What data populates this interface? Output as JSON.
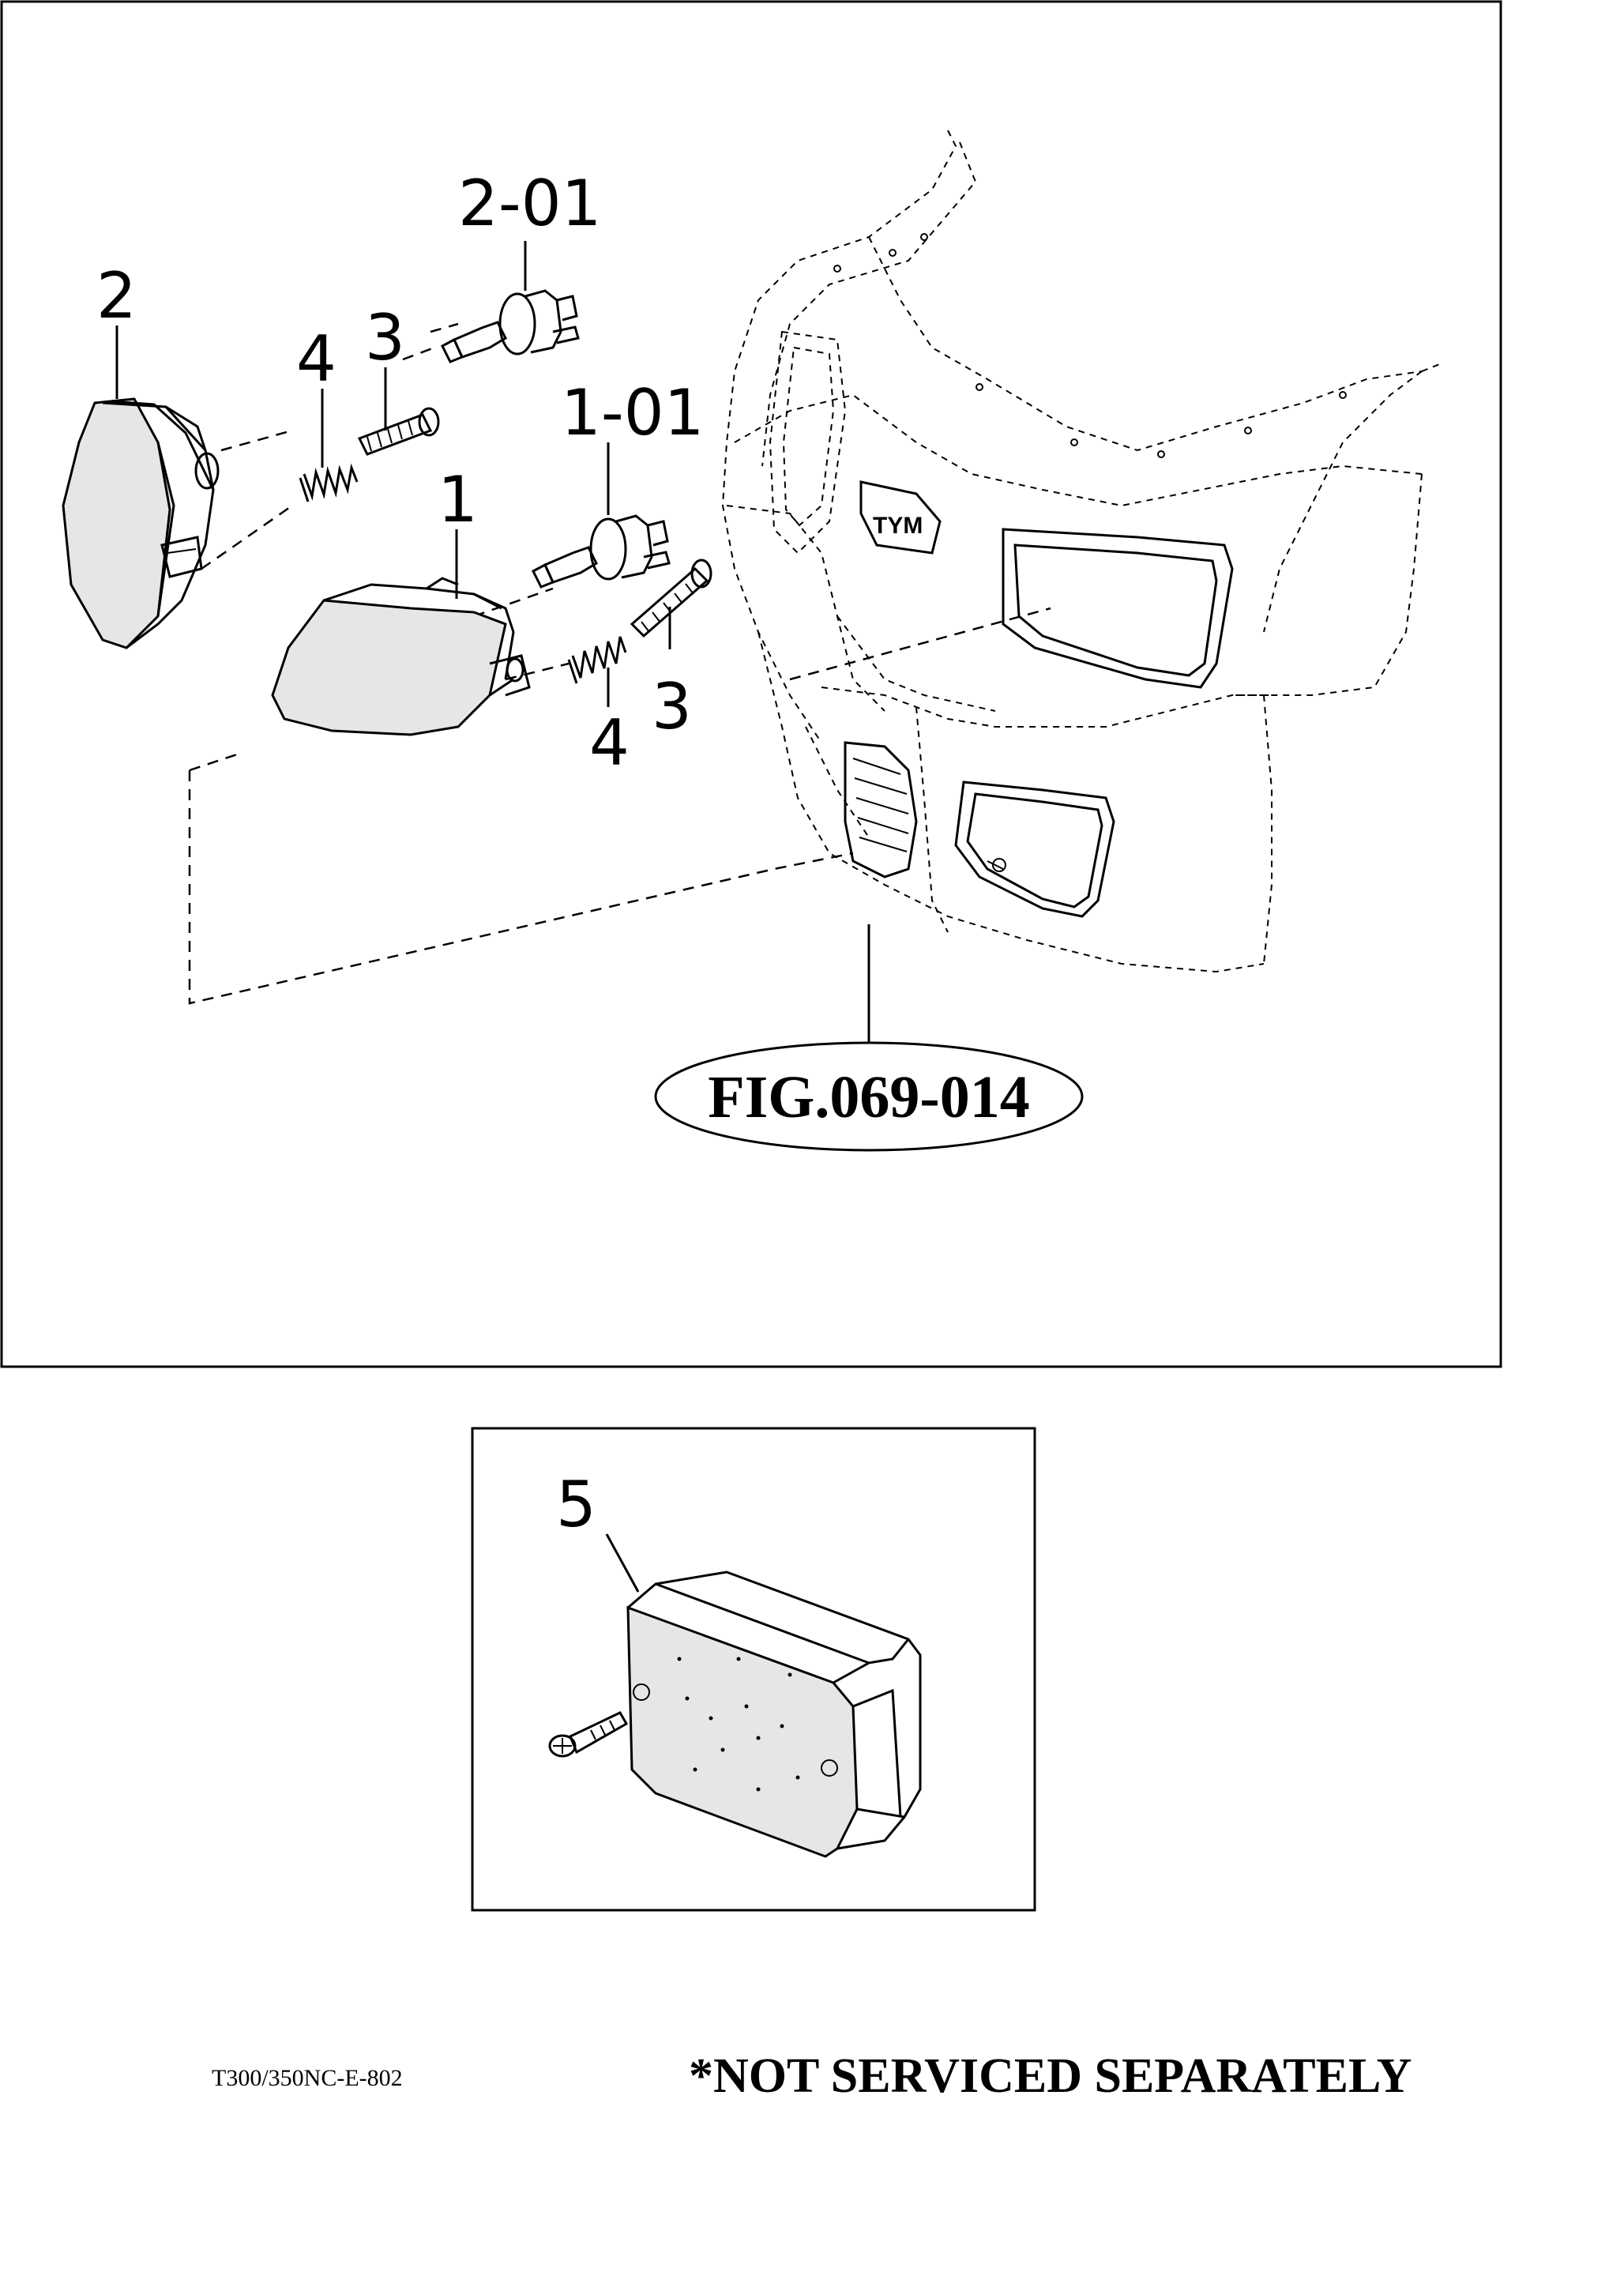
{
  "diagram": {
    "callouts": {
      "c_2_01": "2-01",
      "c_2": "2",
      "c_4a": "4",
      "c_3a": "3",
      "c_1_01": "1-01",
      "c_1": "1",
      "c_3b": "3",
      "c_4b": "4",
      "c_5": "5"
    },
    "figure_reference": "FIG.069-014"
  },
  "footer": {
    "document_code": "T300/350NC-E-802",
    "note": "*NOT SERVICED SEPARATELY"
  }
}
